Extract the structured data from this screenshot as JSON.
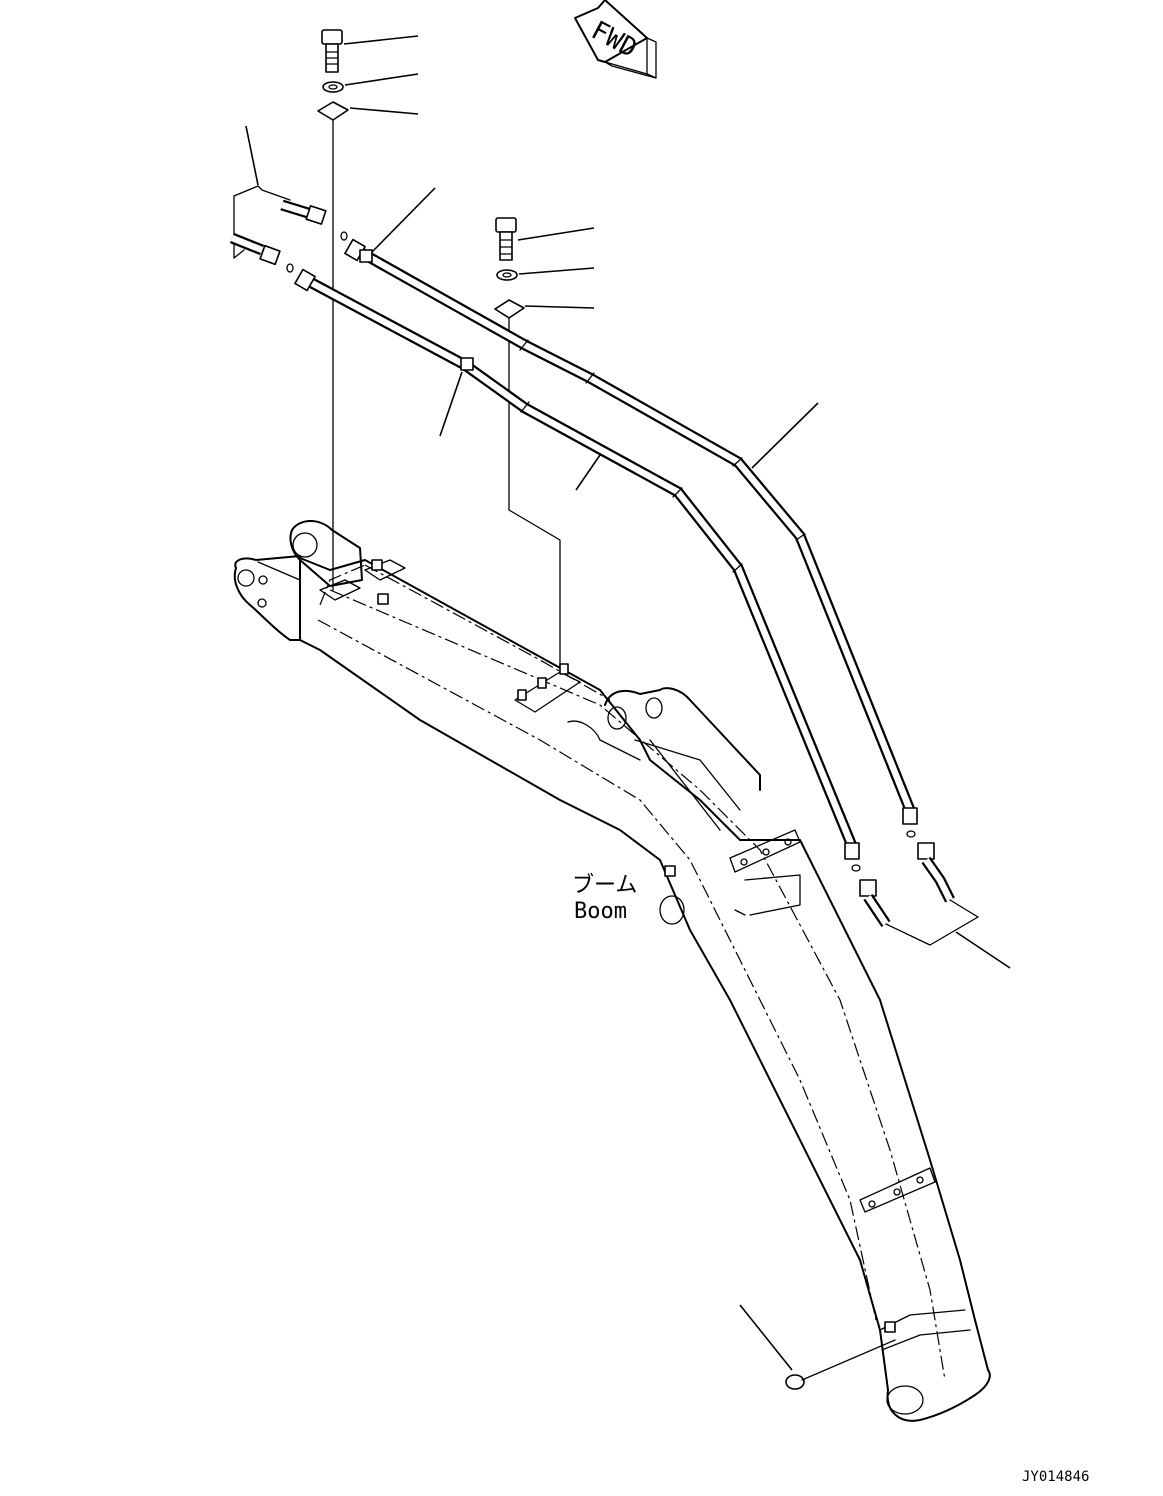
{
  "direction_label": "FWD",
  "boom_label_jp": "ブーム",
  "boom_label_en": "Boom",
  "drawing_id": "JY014846"
}
